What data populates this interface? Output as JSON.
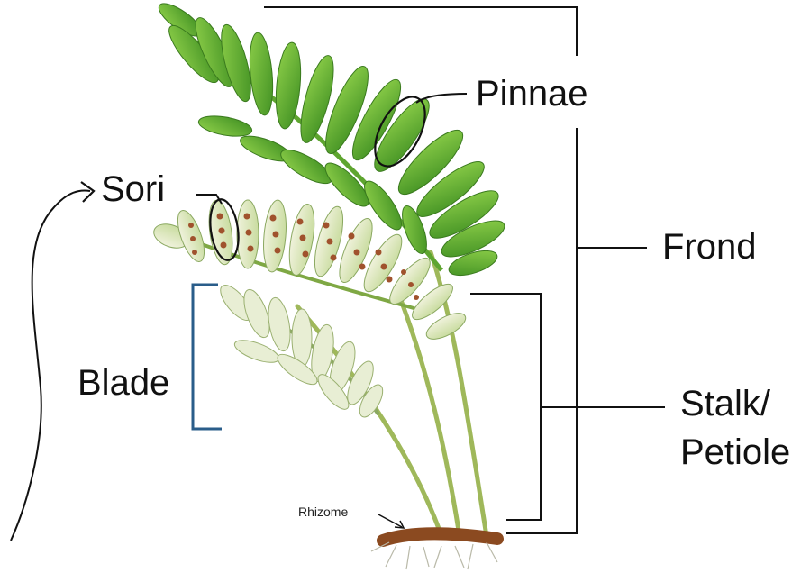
{
  "labels": {
    "pinnae": "Pinnae",
    "sori": "Sori",
    "frond": "Frond",
    "blade": "Blade",
    "stalk_line1": "Stalk/",
    "stalk_line2": "Petiole",
    "rhizome": "Rhizome"
  },
  "colors": {
    "leaf_green": "#6fb83a",
    "leaf_light": "#e6ecd0",
    "sori_brown": "#a0522d",
    "bracket_blue": "#2a5d8a",
    "line_black": "#111111"
  }
}
